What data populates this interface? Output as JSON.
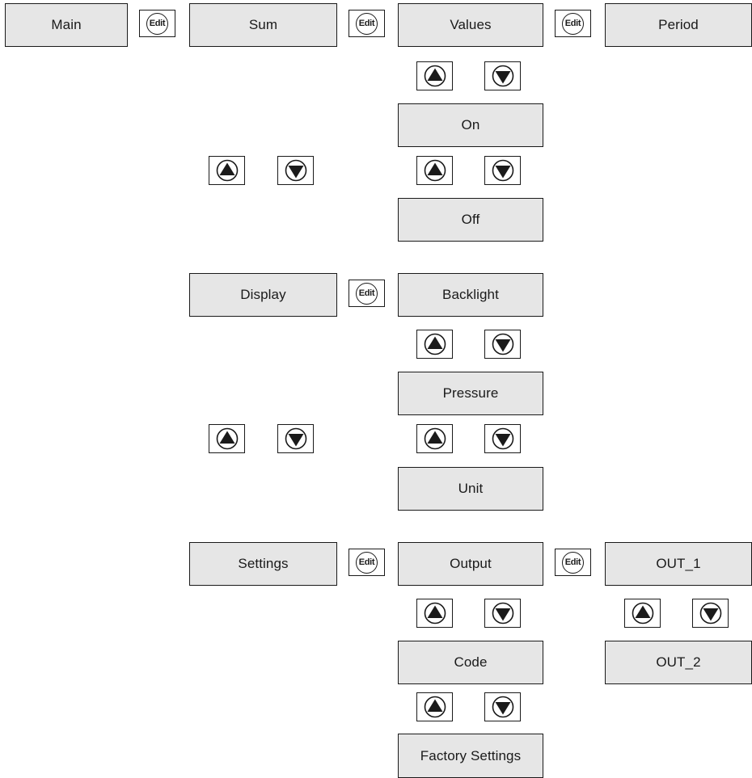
{
  "edit_key_label": "Edit",
  "menu": {
    "main": "Main",
    "sum": "Sum",
    "values": "Values",
    "period": "Period",
    "on": "On",
    "off": "Off",
    "display": "Display",
    "backlight": "Backlight",
    "pressure": "Pressure",
    "unit": "Unit",
    "settings": "Settings",
    "output": "Output",
    "out_1": "OUT_1",
    "out_2": "OUT_2",
    "code": "Code",
    "factory_settings": "Factory Settings"
  },
  "icons": {
    "up": "up-arrow-icon",
    "down": "down-arrow-icon"
  },
  "colors": {
    "box_fill": "#e6e6e6",
    "stroke": "#1a1a1a",
    "background": "#ffffff"
  }
}
